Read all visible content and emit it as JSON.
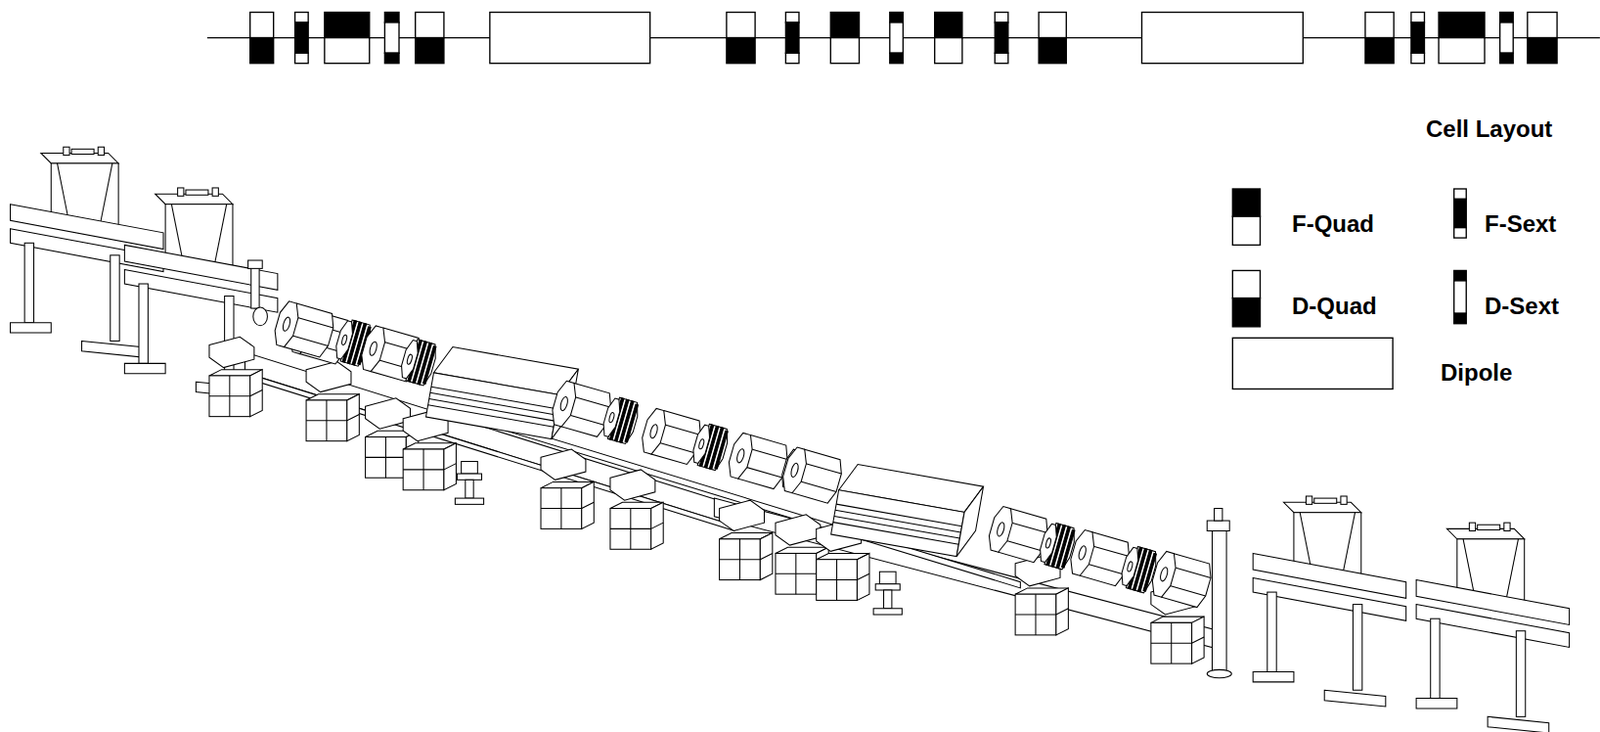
{
  "diagram": {
    "labels": [
      "Cell Layout"
    ],
    "legend": [
      {
        "text": "F-Quad"
      },
      {
        "text": "F-Sext"
      },
      {
        "text": "D-Quad"
      },
      {
        "text": "D-Sext"
      },
      {
        "text": "Dipole"
      }
    ]
  }
}
